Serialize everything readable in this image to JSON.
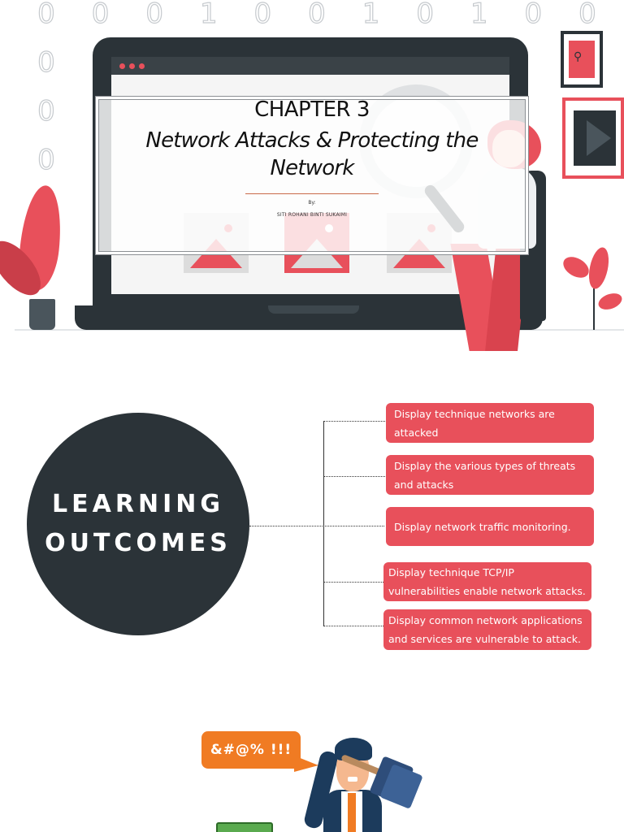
{
  "slide1": {
    "binary_row": [
      "0",
      "0",
      "0",
      "1",
      "0",
      "0",
      "1",
      "0",
      "1",
      "0",
      "0"
    ],
    "binary_col": [
      "0",
      "0",
      "0"
    ],
    "chapter": "CHAPTER 3",
    "title_line1": "Network Attacks & Protecting the",
    "title_line2": "Network",
    "by": "By:",
    "author": "SITI ROHANI BINTI SUKAIMI"
  },
  "slide2": {
    "heading_line1": "LEARNING",
    "heading_line2": "OUTCOMES",
    "outcomes": [
      "Display technique networks are attacked",
      "Display the various types of threats and attacks",
      "Display network traffic monitoring.",
      "Display technique TCP/IP vulnerabilities enable network attacks.",
      "Display common network applications and services are vulnerable to attack."
    ]
  },
  "slide3": {
    "speech": "&#@% !!!"
  },
  "colors": {
    "accent": "#e8505b",
    "dark": "#2b3338",
    "orange": "#f07b23",
    "navy": "#1c3b5c"
  }
}
